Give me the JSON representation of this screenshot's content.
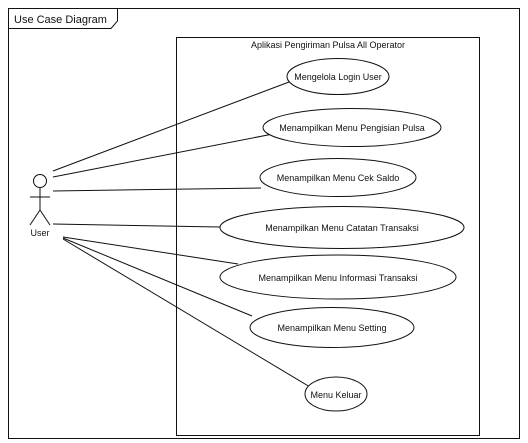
{
  "diagram": {
    "frame_title": "Use Case Diagram",
    "system_title": "Aplikasi Pengiriman Pulsa All Operator",
    "actor": "User",
    "use_cases": [
      "Mengelola Login User",
      "Menampilkan Menu Pengisian Pulsa",
      "Menampilkan Menu Cek Saldo",
      "Menampilkan Menu Catatan Transaksi",
      "Menampilkan Menu Informasi Transaksi",
      "Menampilkan Menu Setting",
      "Menu Keluar"
    ]
  },
  "colors": {
    "stroke": "#111111",
    "background": "#ffffff"
  }
}
